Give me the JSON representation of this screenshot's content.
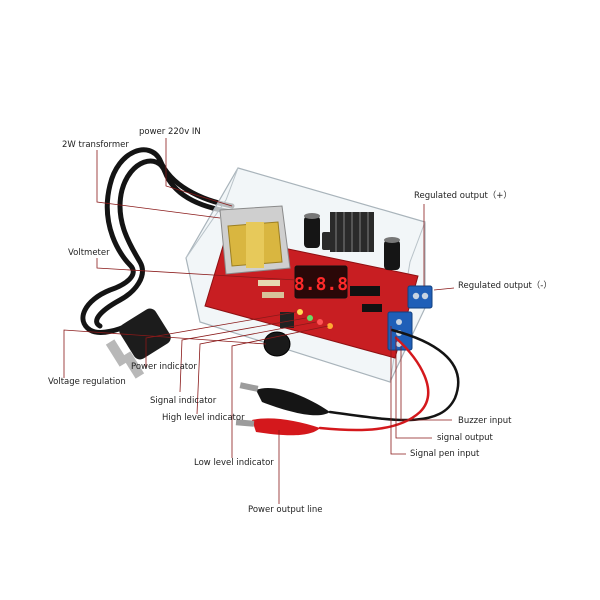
{
  "labels": {
    "power_in": "power 220v IN",
    "transformer": "2W transformer",
    "voltmeter": "Voltmeter",
    "voltage_regulation": "Voltage regulation",
    "power_indicator": "Power indicator",
    "signal_indicator": "Signal indicator",
    "high_level_indicator": "High level indicator",
    "low_level_indicator": "Low level indicator",
    "power_output_line": "Power output line",
    "regulated_output_plus": "Regulated output（+）",
    "regulated_output_minus": "Regulated output（-）",
    "buzzer_input": "Buzzer input",
    "signal_output": "signal output",
    "signal_pen_input": "Signal pen input"
  },
  "display": {
    "digits": "8.8.8"
  },
  "colors": {
    "pcb": "#c81e22",
    "case": "#e9eef2",
    "transformer_core": "#d9b640",
    "terminal": "#1f5fb8",
    "led_digits": "#ff2a2a",
    "cable": "#141414",
    "probe_red": "#d4181c"
  }
}
